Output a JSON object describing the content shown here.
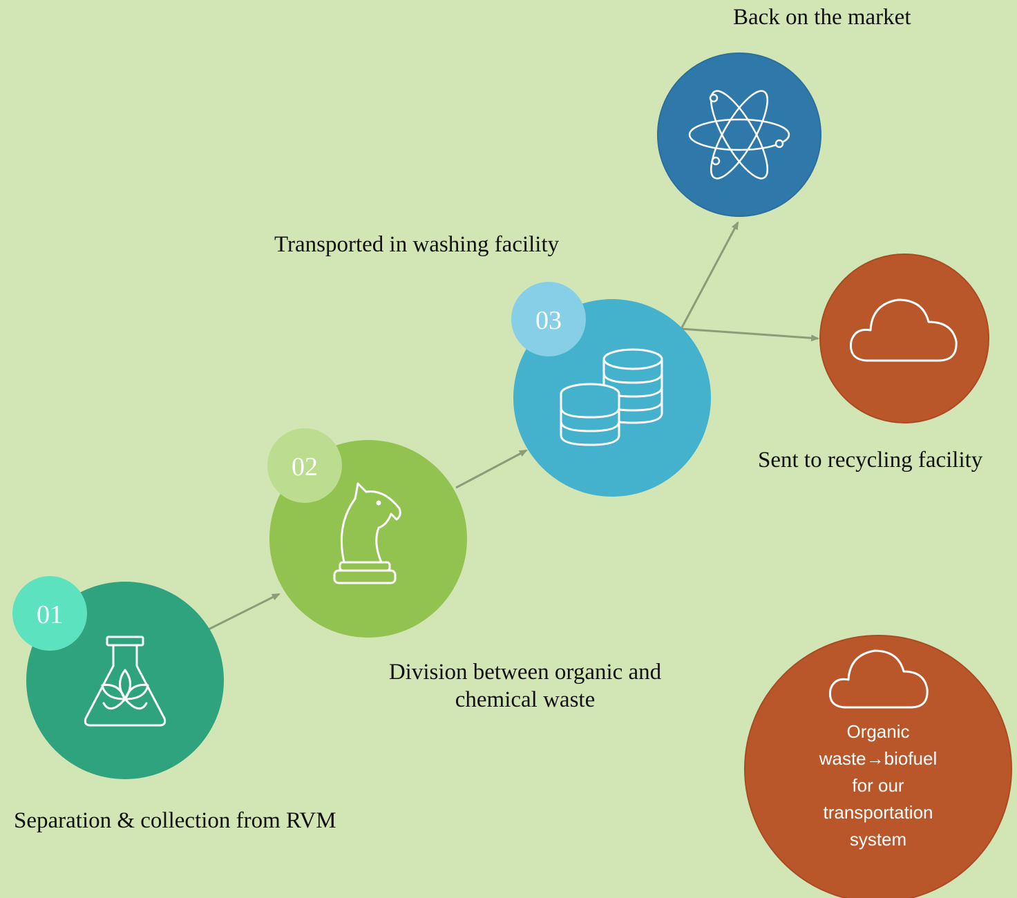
{
  "steps": [
    {
      "number": "01",
      "label": "Separation & collection from RVM",
      "icon": "flask-leaf-icon",
      "color": "#2ea37e",
      "badge_color": "#5de2bf"
    },
    {
      "number": "02",
      "label": "Division between organic and chemical waste",
      "label_lines": [
        "Division between organic and",
        "chemical waste"
      ],
      "icon": "chess-knight-icon",
      "color": "#92c350",
      "badge_color": "#bcdc8f"
    },
    {
      "number": "03",
      "label": "Transported in washing facility",
      "icon": "coin-stacks-icon",
      "color": "#44b2cc",
      "badge_color": "#86cfe6"
    }
  ],
  "outcomes": [
    {
      "label": "Back on the market",
      "icon": "atom-icon",
      "color": "#2e78aa"
    },
    {
      "label": "Sent to recycling facility",
      "icon": "cloud-icon",
      "color": "#b9562a"
    }
  ],
  "biofuel": {
    "icon": "cloud-icon",
    "color": "#b9562a",
    "lines": [
      "Organic",
      "waste→biofuel",
      "for our",
      "transportation",
      "system"
    ]
  },
  "arrow_color": "#8c9c78"
}
